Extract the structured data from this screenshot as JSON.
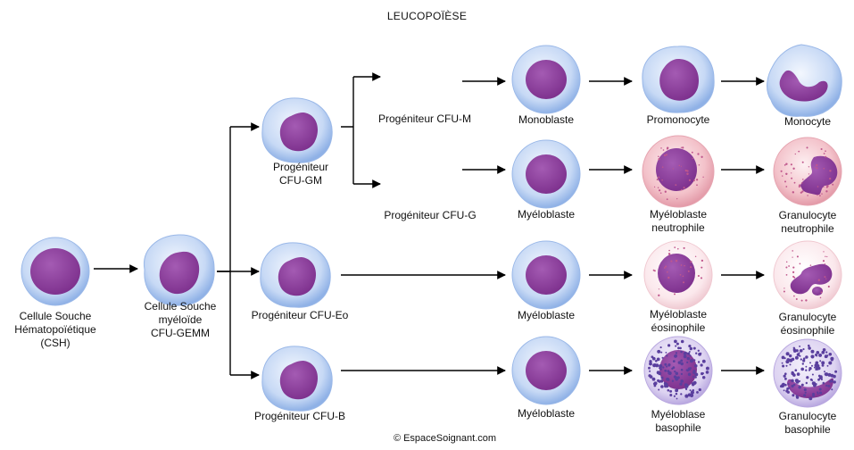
{
  "title": "LEUCOPOÏÈSE",
  "credit": "© EspaceSoignant.com",
  "colors": {
    "arrow": "#000000",
    "nucleus": "#8e3f9c",
    "membrane_blue": "#a9c5ee",
    "cytoplasm_pink": "#f4c4cd",
    "cytoplasm_light_pink": "#fbe4e8",
    "cytoplasm_basophil": "#dfd5f1",
    "granule_basophil": "#6a4aa8",
    "granule_pink": "#c0578c"
  },
  "cells": {
    "csh": {
      "label": "Cellule Souche\nHématopoïétique\n(CSH)",
      "icon": "stem-cell-icon"
    },
    "cfu_gemm": {
      "label": "Cellule Souche\nmyéloïde\nCFU-GEMM",
      "icon": "myeloid-stem-cell-icon"
    },
    "cfu_gm": {
      "label": "Progéniteur\nCFU-GM",
      "icon": "progenitor-cell-icon"
    },
    "cfu_m": {
      "label": "Progéniteur CFU-M"
    },
    "cfu_g": {
      "label": "Progéniteur CFU-G"
    },
    "cfu_eo": {
      "label": "Progéniteur CFU-Eo",
      "icon": "progenitor-cell-icon"
    },
    "cfu_b": {
      "label": "Progéniteur CFU-B",
      "icon": "progenitor-cell-icon"
    },
    "monoblaste": {
      "label": "Monoblaste",
      "icon": "blast-cell-icon"
    },
    "promonocyte": {
      "label": "Promonocyte",
      "icon": "promonocyte-icon"
    },
    "monocyte": {
      "label": "Monocyte",
      "icon": "monocyte-icon"
    },
    "myeloblaste_n": {
      "label": "Myéloblaste",
      "icon": "blast-cell-icon"
    },
    "myeloblaste_neutro": {
      "label": "Myéloblaste\nneutrophile",
      "icon": "neutrophil-myeloblast-icon"
    },
    "granulocyte_neutro": {
      "label": "Granulocyte\nneutrophile",
      "icon": "neutrophil-granulocyte-icon"
    },
    "myeloblaste_e": {
      "label": "Myéloblaste",
      "icon": "blast-cell-icon"
    },
    "myeloblaste_eosino": {
      "label": "Myéloblaste\néosinophile",
      "icon": "eosinophil-myeloblast-icon"
    },
    "granulocyte_eosino": {
      "label": "Granulocyte\néosinophile",
      "icon": "eosinophil-granulocyte-icon"
    },
    "myeloblaste_b": {
      "label": "Myéloblaste",
      "icon": "blast-cell-icon"
    },
    "myeloblaste_baso": {
      "label": "Myéloblase\nbasophile",
      "icon": "basophil-myeloblast-icon"
    },
    "granulocyte_baso": {
      "label": "Granulocyte\nbasophile",
      "icon": "basophil-granulocyte-icon"
    }
  }
}
